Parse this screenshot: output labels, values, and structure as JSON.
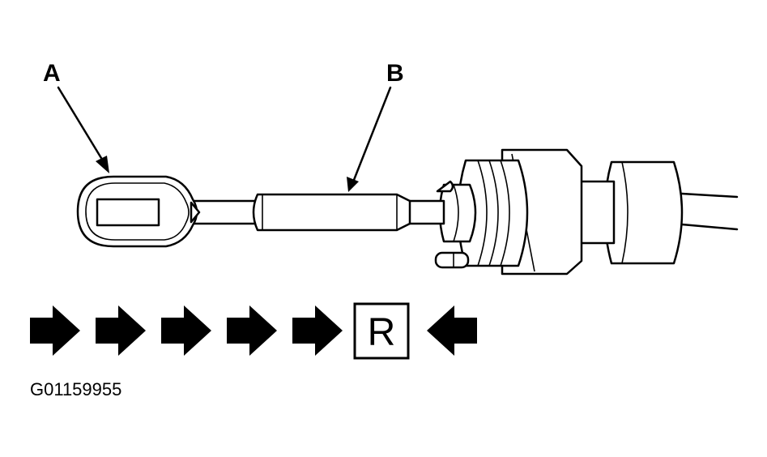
{
  "callouts": {
    "a": "A",
    "b": "B"
  },
  "sequence": {
    "arrows_before": 5,
    "boxed_label": "R",
    "arrows_after": 1
  },
  "figure_id": "G01159955",
  "colors": {
    "ink": "#000000",
    "paper": "#ffffff"
  }
}
